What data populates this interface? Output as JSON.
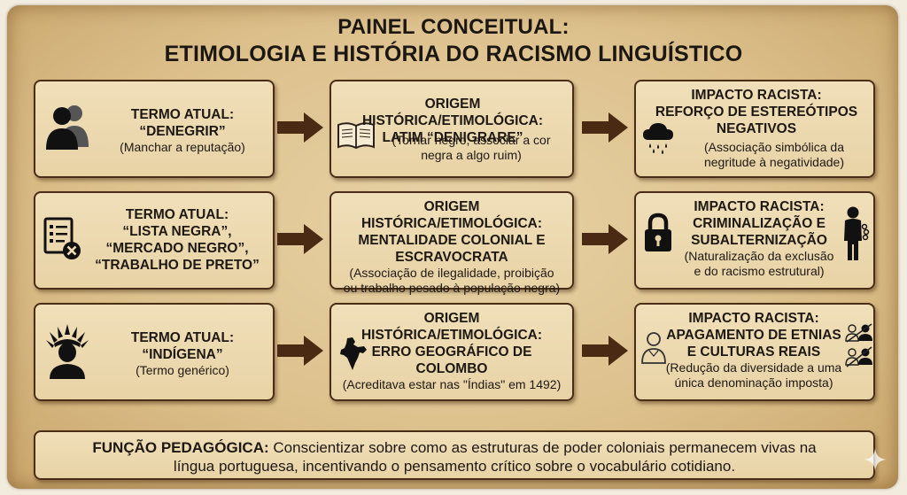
{
  "title": {
    "line1": "PAINEL CONCEITUAL:",
    "line2": "ETIMOLOGIA E HISTÓRIA DO RACISMO LINGUÍSTICO"
  },
  "rows": [
    {
      "term": {
        "head": "TERMO ATUAL:",
        "line2": "“DENEGRIR”",
        "line3": "",
        "sub": "(Manchar a reputação)",
        "icon": "people-silhouette-icon"
      },
      "origin": {
        "head": "ORIGEM HISTÓRICA/ETIMOLÓGICA:",
        "line2": "LATIM “DENIGRARE”",
        "line3": "",
        "sub1": "(Tornar negro, associar a cor",
        "sub2": "negra a algo ruim)",
        "icon": "open-book-icon"
      },
      "impact": {
        "head": "IMPACTO RACISTA:",
        "line2": "REFORÇO DE ESTEREÓTIPOS",
        "line3": "NEGATIVOS",
        "sub1": "(Associação simbólica da",
        "sub2": "negritude à negatividade)",
        "icon": "storm-cloud-icon"
      }
    },
    {
      "term": {
        "head": "TERMO ATUAL:",
        "line2": "“LISTA NEGRA”,",
        "line3": "“MERCADO NEGRO”,",
        "line4": "“TRABALHO DE PRETO”",
        "icon": "rejected-list-icon"
      },
      "origin": {
        "head": "ORIGEM HISTÓRICA/ETIMOLÓGICA:",
        "line2": "MENTALIDADE COLONIAL E",
        "line3": "ESCRAVOCRATA",
        "sub1": "(Associação de ilegalidade, proibição",
        "sub2": "ou trabalho pesado à população negra)"
      },
      "impact": {
        "head": "IMPACTO RACISTA:",
        "line2": "CRIMINALIZAÇÃO E",
        "line3": "SUBALTERNIZAÇÃO",
        "sub1": "(Naturalização da exclusão",
        "sub2": "e do racismo estrutural)",
        "icon_left": "padlock-icon",
        "icon_right": "chained-person-icon"
      }
    },
    {
      "term": {
        "head": "TERMO ATUAL:",
        "line2": "“INDÍGENA”",
        "sub": "(Termo genérico)",
        "icon": "indigenous-headdress-icon"
      },
      "origin": {
        "head": "ORIGEM HISTÓRICA/ETIMOLÓGICA:",
        "line2": "ERRO GEOGRÁFICO DE",
        "line3": "COLOMBO",
        "sub1": "(Acreditava estar nas \"Índias\" em 1492)",
        "icon": "india-map-icon"
      },
      "impact": {
        "head": "IMPACTO RACISTA:",
        "line2": "APAGAMENTO DE ETNIAS",
        "line3": "E CULTURAS REAIS",
        "sub1": "(Redução da diversidade a uma",
        "sub2": "única denominação imposta)",
        "icon_left": "person-outline-icon",
        "icon_right": "erased-people-icon"
      }
    }
  ],
  "footer": {
    "label": "FUNÇÃO PEDAGÓGICA:",
    "line1": " Conscientizar sobre como as estruturas de poder coloniais permanecem vivas na",
    "line2": "língua portuguesa, incentivando o pensamento crítico sobre o vocabulário cotidiano."
  },
  "colors": {
    "arrow": "#4a2a12",
    "border": "#4a2d16",
    "box": "#ecd9b0",
    "parchment": "#ddc18d"
  }
}
